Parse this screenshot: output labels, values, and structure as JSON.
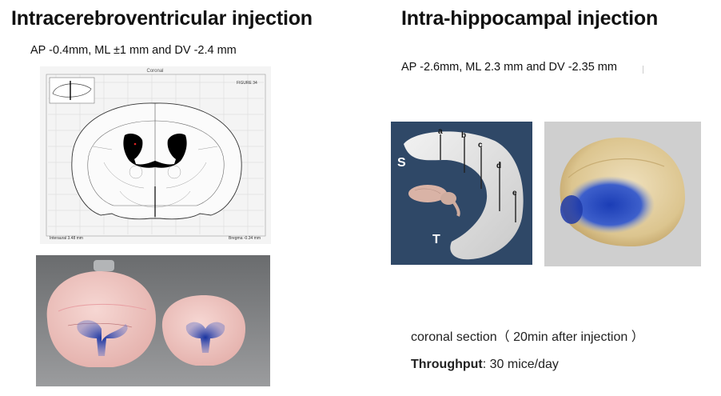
{
  "left": {
    "title": "Intracerebroventricular injection",
    "coords": "AP -0.4mm, ML ±1 mm and DV -2.4 mm",
    "atlas": {
      "header": "Coronal",
      "figure": "FIGURE 34",
      "interaural": "Interaural 3.48 mm",
      "bregma": "Bregma -0.34 mm"
    }
  },
  "right": {
    "title": "Intra-hippocampal injection",
    "coords": "AP -2.6mm, ML 2.3 mm and DV -2.35 mm",
    "hippocampus_labels": {
      "a": "a",
      "b": "b",
      "c": "c",
      "d": "d",
      "e": "e",
      "S": "S",
      "T": "T"
    },
    "caption": "coronal section（ 20min after injection ）",
    "throughput_label": "Throughput",
    "throughput_value": ": 30 mice/day"
  },
  "colors": {
    "dye_blue": "#1f3fb0",
    "panel_bg": "#2f4867",
    "brain_pink": "#f1c7c4"
  }
}
